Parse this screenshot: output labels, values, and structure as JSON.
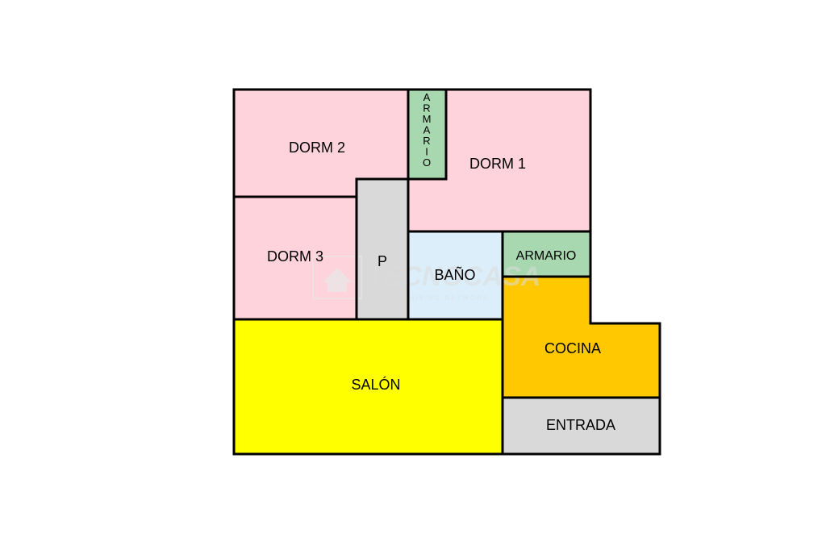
{
  "watermark": {
    "brand": "TECNOCASA",
    "tagline": "FRANCHISING NETWORK"
  },
  "rooms": {
    "dorm2": {
      "label": "DORM 2",
      "color": "#ffd3dc"
    },
    "armario_top": {
      "label": "ARMARIO",
      "color": "#a8d8b0"
    },
    "dorm1": {
      "label": "DORM 1",
      "color": "#ffd3dc"
    },
    "dorm3": {
      "label": "DORM 3",
      "color": "#ffd3dc"
    },
    "pasillo": {
      "label": "P",
      "color": "#d9d9d9"
    },
    "bano": {
      "label": "BAÑO",
      "color": "#dbeefa"
    },
    "armario_right": {
      "label": "ARMARIO",
      "color": "#a8d8b0"
    },
    "cocina": {
      "label": "COCINA",
      "color": "#ffc800"
    },
    "salon": {
      "label": "SALÓN",
      "color": "#ffff00"
    },
    "entrada": {
      "label": "ENTRADA",
      "color": "#d9d9d9"
    }
  },
  "wall_color": "#000000"
}
